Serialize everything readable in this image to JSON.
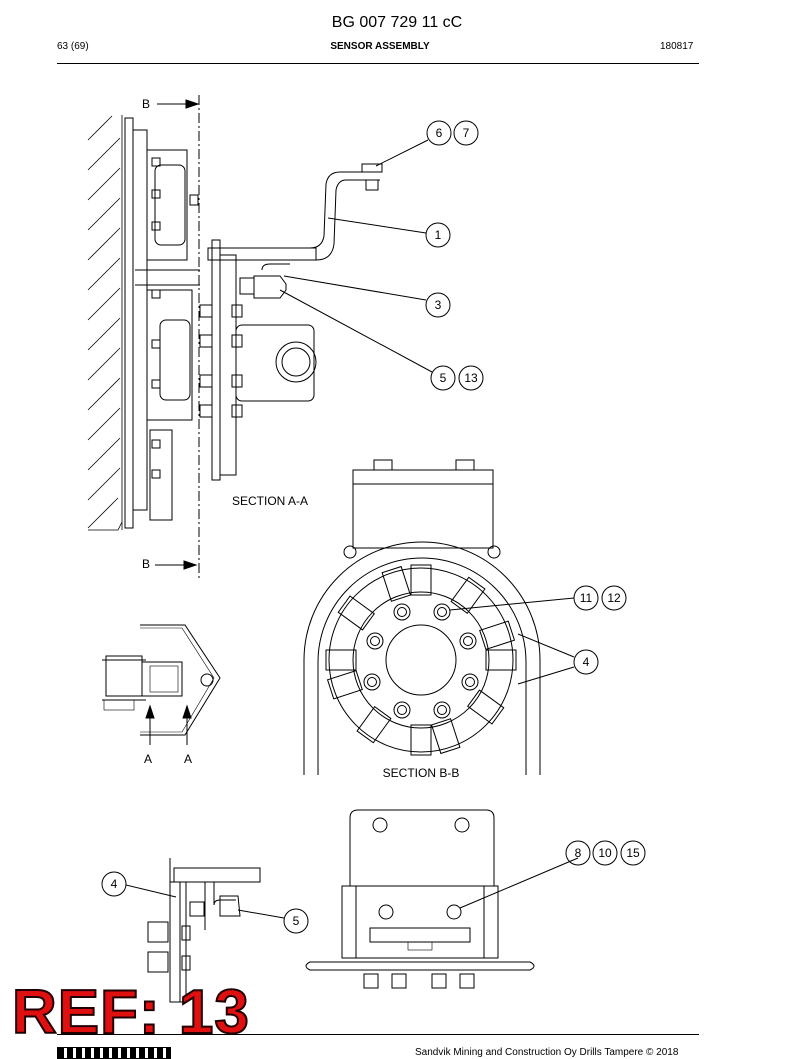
{
  "header": {
    "doc_number": "BG 007 729 11 cC",
    "page": "63 (69)",
    "title": "SENSOR ASSEMBLY",
    "code": "180817"
  },
  "section_labels": {
    "b_top": "B",
    "b_bottom": "B",
    "section_aa": "SECTION A-A",
    "section_bb": "SECTION B-B",
    "a_left": "A",
    "a_right": "A"
  },
  "callouts": {
    "c6": "6",
    "c7": "7",
    "c1": "1",
    "c3": "3",
    "c5": "5",
    "c13": "13",
    "c11": "11",
    "c12": "12",
    "c4": "4",
    "c8": "8",
    "c10": "10",
    "c15": "15",
    "c4b": "4",
    "c5b": "5"
  },
  "footer": {
    "copyright": "Sandvik Mining and Construction Oy Drills Tampere © 2018"
  },
  "overlay": {
    "ref_label": "REF: 13"
  },
  "colors": {
    "line": "#000000",
    "ref_fill": "#e01010"
  }
}
